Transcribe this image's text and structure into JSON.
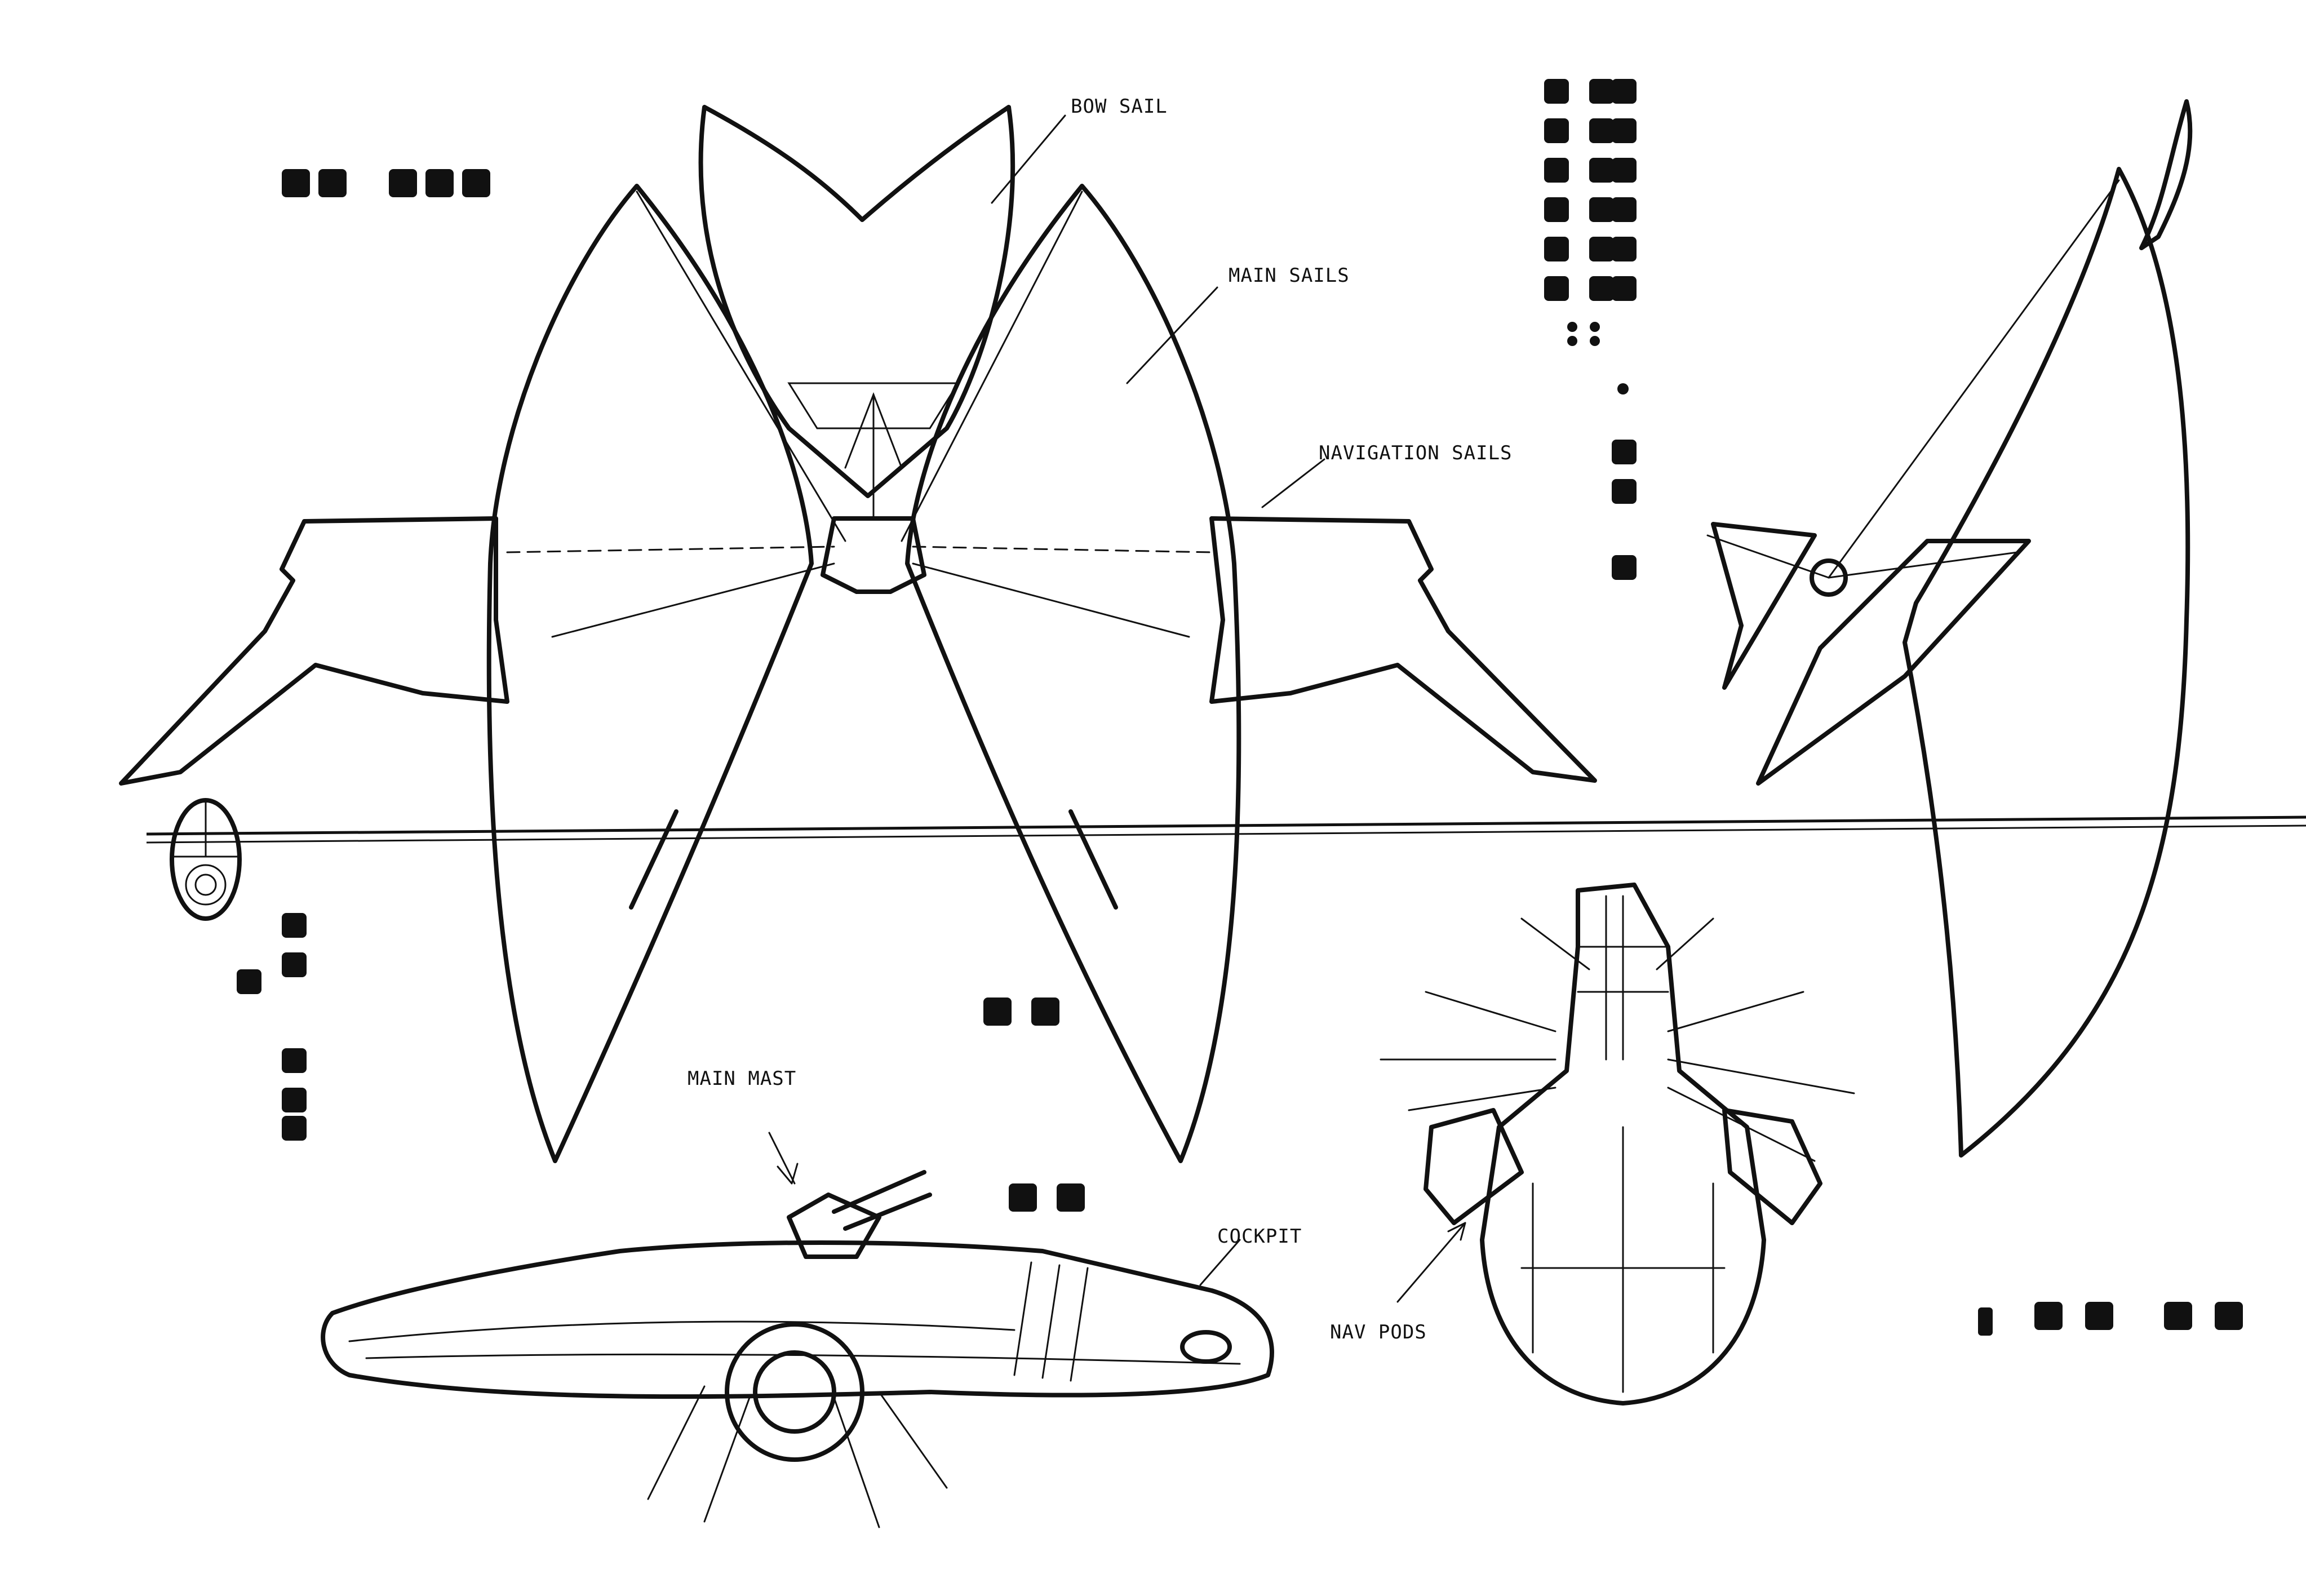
{
  "labels": {
    "bow_sail": "BOW SAIL",
    "main_sails": "MAIN SAILS",
    "navigation_sails": "NAVIGATION SAILS",
    "main_mast": "MAIN MAST",
    "cockpit": "COCKPIT",
    "nav_pods": "NAV PODS"
  },
  "colors": {
    "ink": "#111111",
    "paper": "#ffffff"
  }
}
